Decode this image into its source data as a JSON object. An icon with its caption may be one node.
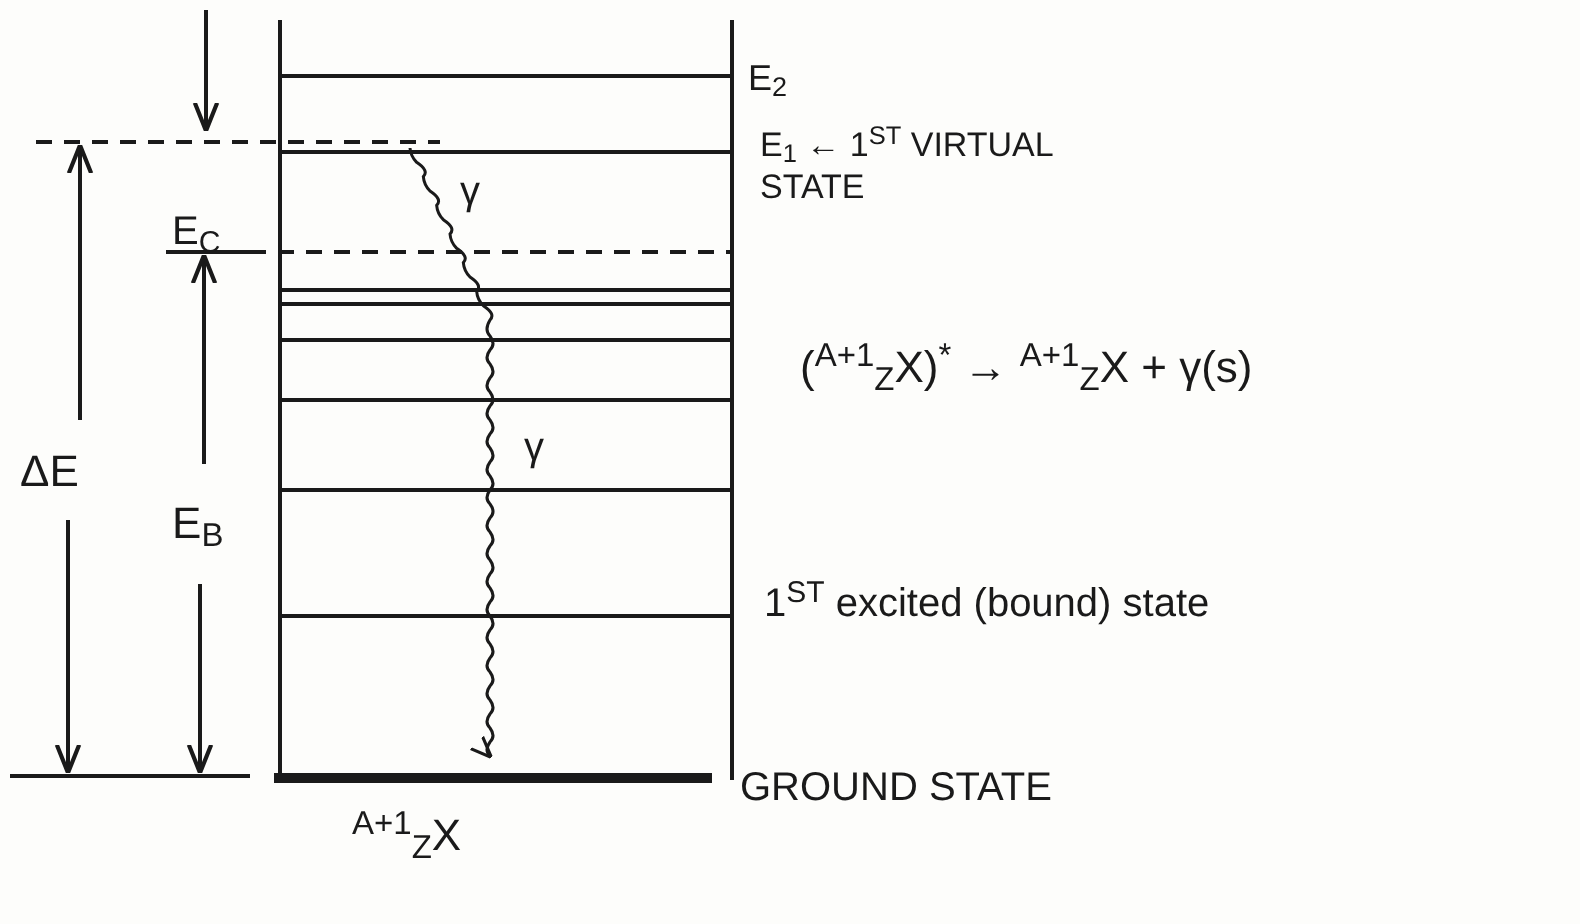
{
  "diagram": {
    "labels": [
      "E$_{2}$",
      "E$_{1}$ ← 1$^{ST}$ VIRTUAL STATE",
      "E$_{C}$",
      "γ",
      "ΔE",
      "E$_{B}$",
      "($^{A+1}$$_{Z}$X)$^{*}$ → $^{A+1}$$_{Z}$X + γ(s)",
      "γ",
      "1$^{ST}$ excited (bound) state",
      "GROUND STATE",
      "$^{A+1}$$_{Z}$X"
    ]
  }
}
